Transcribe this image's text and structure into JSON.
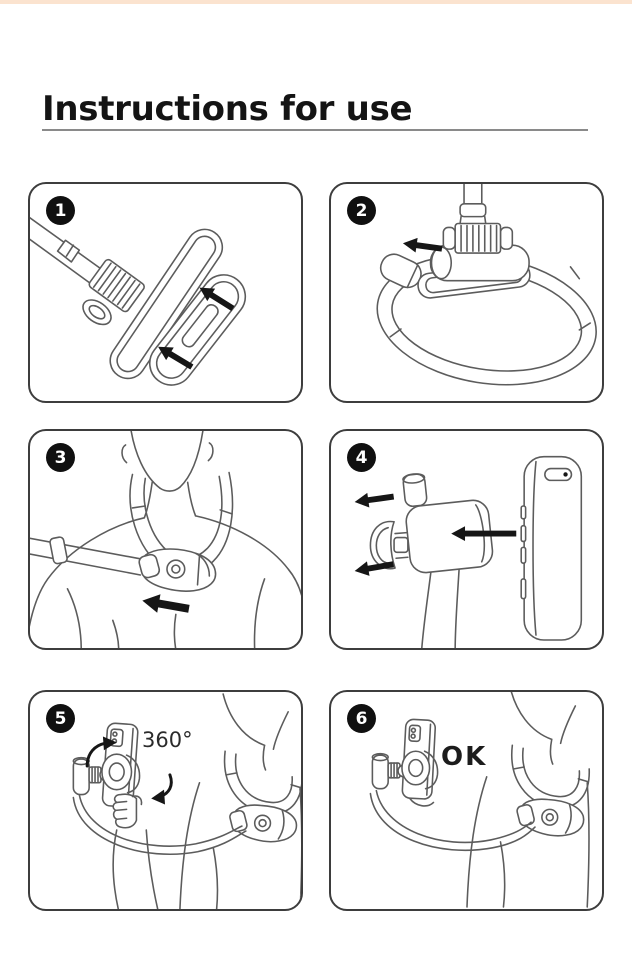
{
  "page": {
    "title": "Instructions for use",
    "background_color": "#ffffff",
    "top_strip_color": "#fbe3cf",
    "divider_color": "#8a8a8a",
    "panel_border_color": "#3d3d3d",
    "line_art_color": "#5c5c5c",
    "arrow_color": "#161616",
    "badge_color": "#101010"
  },
  "panels": [
    {
      "number": "1",
      "illustration": "slide phone clip plate onto mount",
      "icons": [
        "arrow-up-left-icon",
        "arrow-up-left-icon"
      ]
    },
    {
      "number": "2",
      "illustration": "neckband with clamp mount on top",
      "icons": [
        "arrow-left-icon"
      ]
    },
    {
      "number": "3",
      "illustration": "wear neckband around neck",
      "icons": [
        "arrow-left-icon"
      ]
    },
    {
      "number": "4",
      "illustration": "open clamp and insert phone",
      "icons": [
        "arrow-left-icon",
        "arrow-left-icon",
        "arrow-left-icon"
      ]
    },
    {
      "number": "5",
      "illustration": "rotate phone holder 360 degrees",
      "label": "360°",
      "icons": [
        "rotate-ccw-icon",
        "rotate-cw-icon"
      ]
    },
    {
      "number": "6",
      "illustration": "final worn position",
      "label": "OK",
      "icons": []
    }
  ]
}
